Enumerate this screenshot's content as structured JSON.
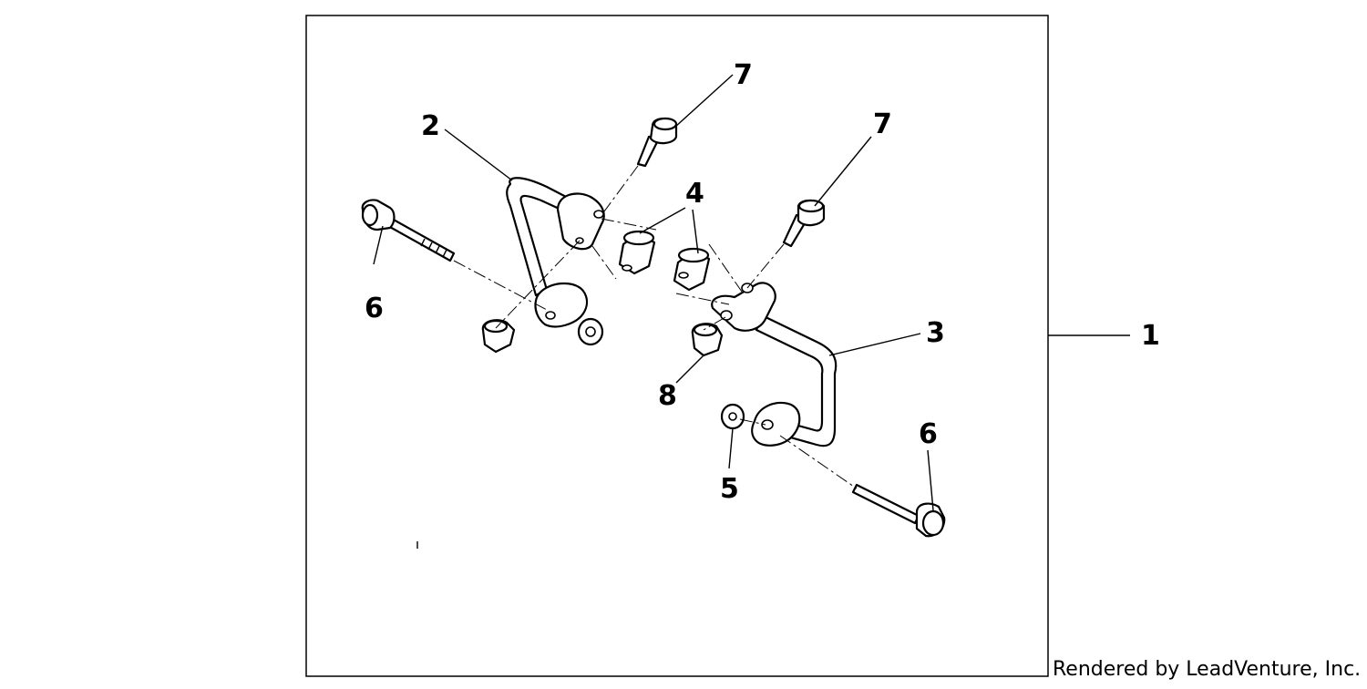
{
  "callouts": {
    "c1": "1",
    "c2": "2",
    "c3": "3",
    "c4": "4",
    "c5": "5",
    "c6a": "6",
    "c6b": "6",
    "c7a": "7",
    "c7b": "7",
    "c8": "8"
  },
  "credit": "Rendered by LeadVenture, Inc."
}
